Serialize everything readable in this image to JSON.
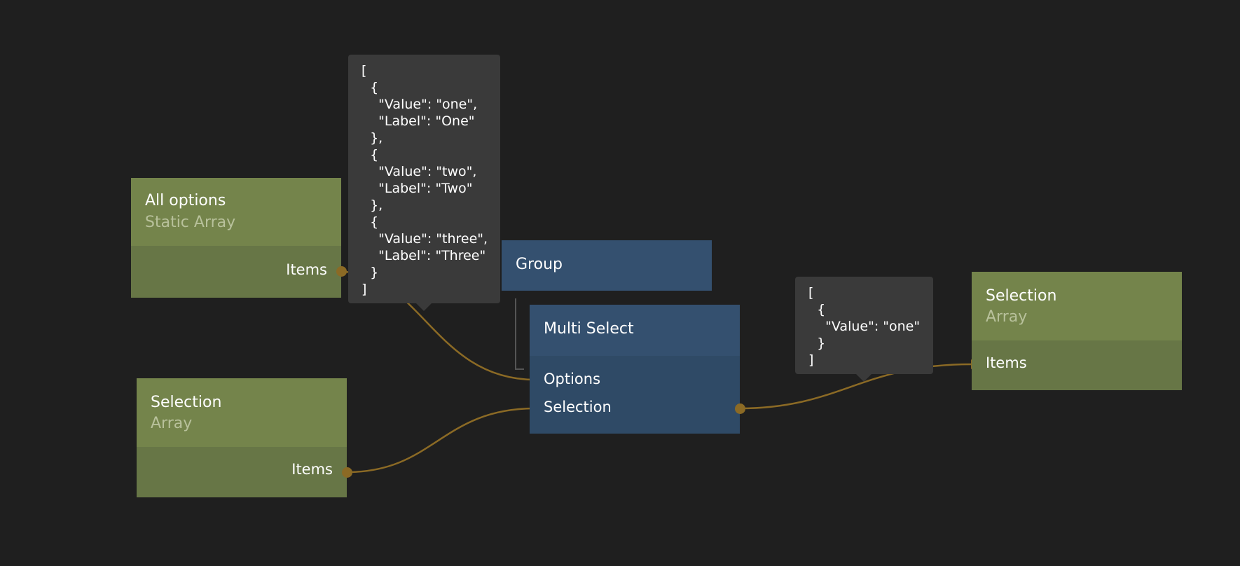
{
  "colors": {
    "background": "#1f1f1f",
    "data_node_header": "#74844b",
    "data_node_body": "#677646",
    "ui_node_header": "#34506f",
    "ui_node_body": "#2f4a66",
    "wire": "#8b6a25",
    "tooltip": "#3a3a3a"
  },
  "nodes": {
    "all_options": {
      "title": "All options",
      "subtitle": "Static Array",
      "port": "Items"
    },
    "selection_input": {
      "title": "Selection",
      "subtitle": "Array",
      "port": "Items"
    },
    "group": {
      "title": "Group"
    },
    "multi_select": {
      "title": "Multi Select",
      "port_options": "Options",
      "port_selection": "Selection"
    },
    "selection_output": {
      "title": "Selection",
      "subtitle": "Array",
      "port": "Items"
    }
  },
  "tooltips": {
    "options_value": "[\n  {\n    \"Value\": \"one\",\n    \"Label\": \"One\"\n  },\n  {\n    \"Value\": \"two\",\n    \"Label\": \"Two\"\n  },\n  {\n    \"Value\": \"three\",\n    \"Label\": \"Three\"\n  }\n]",
    "selection_value": "[\n  {\n    \"Value\": \"one\"\n  }\n]"
  }
}
